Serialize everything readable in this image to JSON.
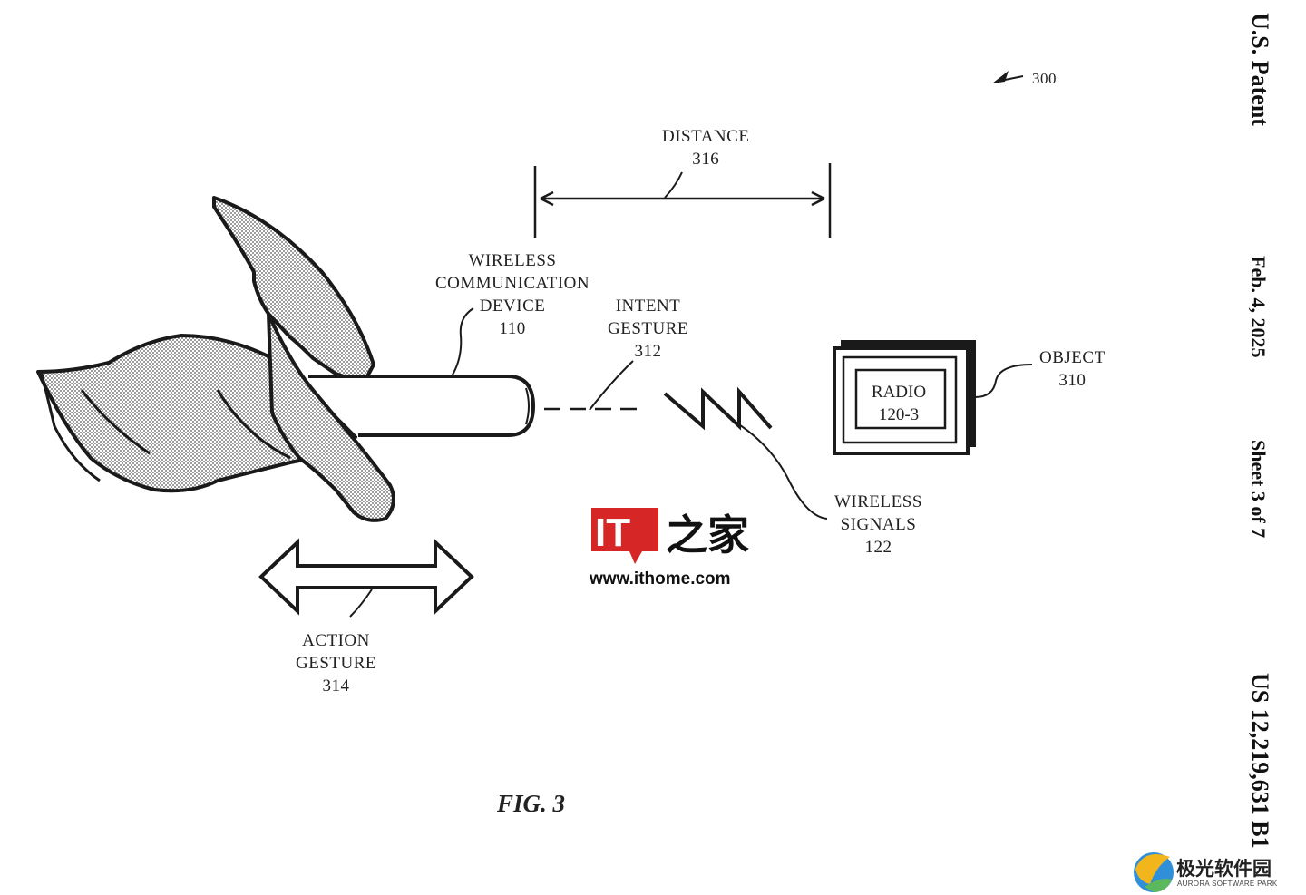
{
  "header": {
    "publisher": "U.S. Patent",
    "date": "Feb. 4, 2025",
    "sheet": "Sheet 3 of 7",
    "patent_number": "US 12,219,631 B1"
  },
  "figure": {
    "ref_number": "300",
    "caption": "FIG. 3"
  },
  "labels": {
    "distance": [
      "DISTANCE",
      "316"
    ],
    "wireless_device": [
      "WIRELESS",
      "COMMUNICATION",
      "DEVICE",
      "110"
    ],
    "intent_gesture": [
      "INTENT",
      "GESTURE",
      "312"
    ],
    "object": [
      "OBJECT",
      "310"
    ],
    "radio": [
      "RADIO",
      "120-3"
    ],
    "wireless_signals": [
      "WIRELESS",
      "SIGNALS",
      "122"
    ],
    "action_gesture": [
      "ACTION",
      "GESTURE",
      "314"
    ]
  },
  "watermarks": {
    "ithome_logo": "IT之家",
    "ithome_url": "www.ithome.com",
    "aurora_name": "极光软件园",
    "aurora_sub": "AURORA SOFTWARE PARK"
  },
  "colors": {
    "ink": "#1a1a1a",
    "ithome_red": "#d62626",
    "aurora_yellow": "#f2b61c",
    "aurora_blue": "#2f8fd8",
    "aurora_green": "#5cb85c"
  }
}
